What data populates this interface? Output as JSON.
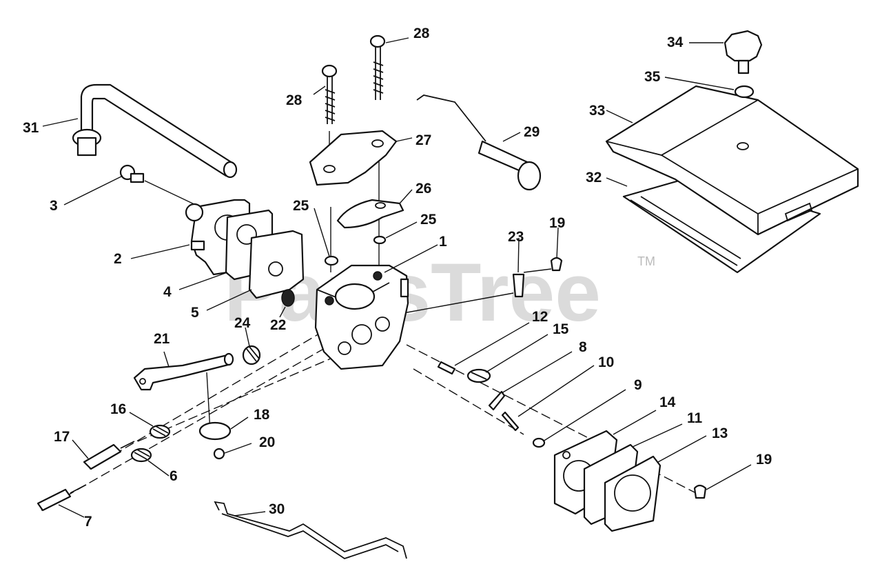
{
  "watermark": {
    "brand": "PartsTree",
    "trademark": "TM"
  },
  "callouts": [
    {
      "id": "c28a",
      "label": "28"
    },
    {
      "id": "c28b",
      "label": "28"
    },
    {
      "id": "c27",
      "label": "27"
    },
    {
      "id": "c29",
      "label": "29"
    },
    {
      "id": "c26",
      "label": "26"
    },
    {
      "id": "c25a",
      "label": "25"
    },
    {
      "id": "c25b",
      "label": "25"
    },
    {
      "id": "c1",
      "label": "1"
    },
    {
      "id": "c23",
      "label": "23"
    },
    {
      "id": "c19a",
      "label": "19"
    },
    {
      "id": "c31",
      "label": "31"
    },
    {
      "id": "c3",
      "label": "3"
    },
    {
      "id": "c2",
      "label": "2"
    },
    {
      "id": "c4",
      "label": "4"
    },
    {
      "id": "c5",
      "label": "5"
    },
    {
      "id": "c22",
      "label": "22"
    },
    {
      "id": "c24",
      "label": "24"
    },
    {
      "id": "c21",
      "label": "21"
    },
    {
      "id": "c12",
      "label": "12"
    },
    {
      "id": "c15",
      "label": "15"
    },
    {
      "id": "c8",
      "label": "8"
    },
    {
      "id": "c10",
      "label": "10"
    },
    {
      "id": "c9",
      "label": "9"
    },
    {
      "id": "c14",
      "label": "14"
    },
    {
      "id": "c11",
      "label": "11"
    },
    {
      "id": "c13",
      "label": "13"
    },
    {
      "id": "c19b",
      "label": "19"
    },
    {
      "id": "c16",
      "label": "16"
    },
    {
      "id": "c17",
      "label": "17"
    },
    {
      "id": "c18",
      "label": "18"
    },
    {
      "id": "c20",
      "label": "20"
    },
    {
      "id": "c6",
      "label": "6"
    },
    {
      "id": "c7",
      "label": "7"
    },
    {
      "id": "c30",
      "label": "30"
    },
    {
      "id": "c34",
      "label": "34"
    },
    {
      "id": "c35",
      "label": "35"
    },
    {
      "id": "c33",
      "label": "33"
    },
    {
      "id": "c32",
      "label": "32"
    }
  ]
}
